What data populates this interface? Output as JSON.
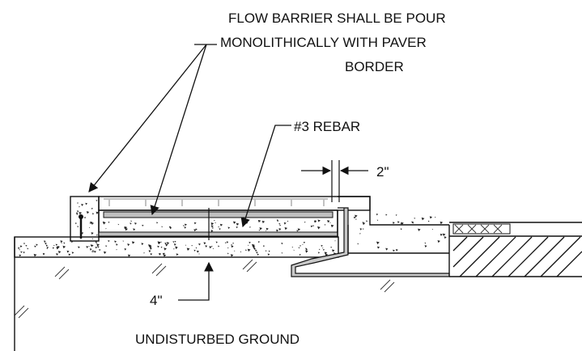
{
  "notes": {
    "flow_barrier": {
      "line1": "FLOW BARRIER SHALL BE POUR",
      "line2": "MONOLITHICALLY WITH PAVER",
      "line3": "BORDER"
    },
    "rebar": "#3 REBAR",
    "clearance": "2\"",
    "slab_thickness": "4\"",
    "ground": "UNDISTURBED GROUND"
  },
  "colors": {
    "line": "#111111",
    "concrete_speckle": "#222222",
    "rebar_fill": "#bfbfbf",
    "paver_pattern": "#aaaaaa"
  }
}
